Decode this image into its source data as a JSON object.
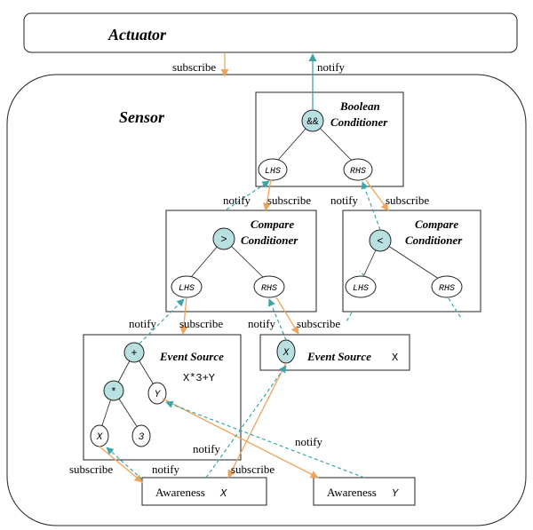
{
  "colors": {
    "notify": "#3aa6a8",
    "subscribe": "#f0a35a",
    "node_fill": "#b9e0e0",
    "stroke": "#222222"
  },
  "actuator": {
    "title": "Actuator"
  },
  "sensor": {
    "title": "Sensor"
  },
  "boolean_conditioner": {
    "title_line1": "Boolean",
    "title_line2": "Conditioner",
    "op": "&&",
    "lhs": "LHS",
    "rhs": "RHS"
  },
  "compare_left": {
    "title_line1": "Compare",
    "title_line2": "Conditioner",
    "op": ">",
    "lhs": "LHS",
    "rhs": "RHS"
  },
  "compare_right": {
    "title_line1": "Compare",
    "title_line2": "Conditioner",
    "op": "<",
    "lhs": "LHS",
    "rhs": "RHS"
  },
  "event_source_expr": {
    "title": "Event Source",
    "expression": "X*3+Y",
    "plus": "+",
    "times": "*",
    "x": "X",
    "three": "3",
    "y": "Y"
  },
  "event_source_x": {
    "title": "Event Source",
    "var": "X",
    "node": "X"
  },
  "awareness_x": {
    "label": "Awareness",
    "var": "X"
  },
  "awareness_y": {
    "label": "Awareness",
    "var": "Y"
  },
  "edge_labels": {
    "notify": "notify",
    "subscribe": "subscribe"
  }
}
